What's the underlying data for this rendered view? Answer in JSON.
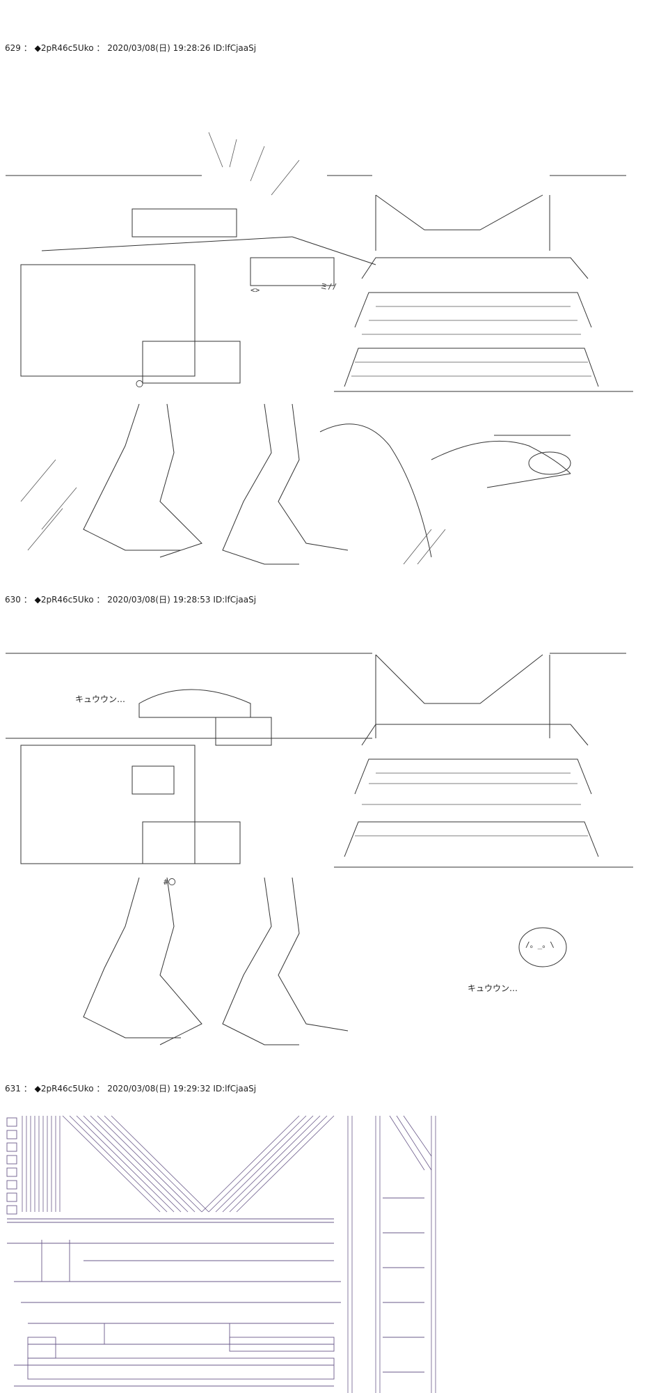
{
  "posts": [
    {
      "number": "629",
      "separator": "：",
      "marker": "◆",
      "trip": "2pR46c5Uko",
      "separator2": "：",
      "date": "2020/03/08(日) 19:28:26",
      "id": "ID:lfCjaaSj"
    },
    {
      "number": "630",
      "separator": "：",
      "marker": "◆",
      "trip": "2pR46c5Uko",
      "separator2": "：",
      "date": "2020/03/08(日) 19:28:53",
      "id": "ID:lfCjaaSj",
      "captions": [
        "キュウウン…",
        "キュウウン…"
      ]
    },
    {
      "number": "631",
      "separator": "：",
      "marker": "◆",
      "trip": "2pR46c5Uko",
      "separator2": "：",
      "date": "2020/03/08(日) 19:29:32",
      "id": "ID:lfCjaaSj"
    }
  ]
}
